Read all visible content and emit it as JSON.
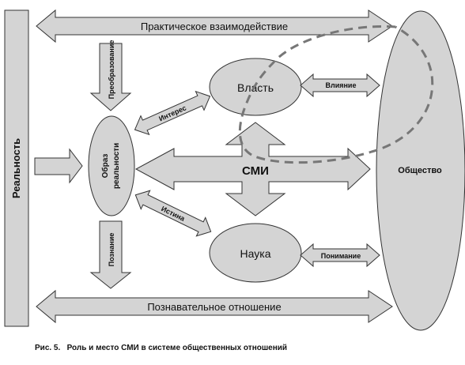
{
  "diagram": {
    "left_bar": "Реальность",
    "top_arrow": "Практическое взаимодействие",
    "bottom_arrow": "Познавательное отношение",
    "society": "Общество",
    "power": "Власть",
    "science": "Наука",
    "media": "СМИ",
    "image": [
      "Образ",
      "реальности"
    ],
    "transform": "Преобразование",
    "cognition": "Познание",
    "interest": "Интерес",
    "truth": "Истина",
    "influence": "Влияние",
    "understanding": "Понимание",
    "caption": "Рис. 5.   Роль и место СМИ в системе общественных отношений"
  }
}
